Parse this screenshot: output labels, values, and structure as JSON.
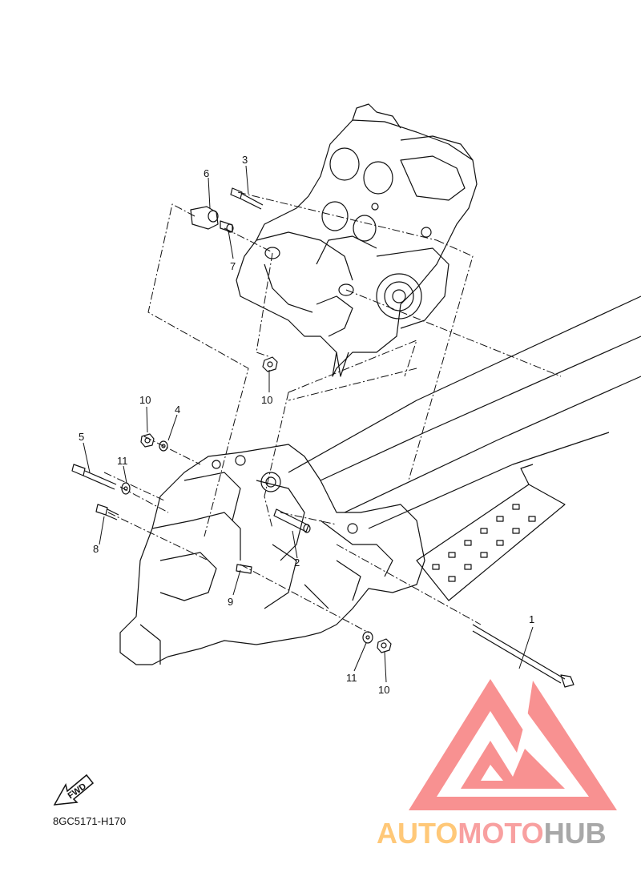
{
  "diagram": {
    "drawing_code": "8GC5171-H170",
    "fwd_label": "FWD",
    "callouts": [
      "1",
      "2",
      "3",
      "4",
      "5",
      "6",
      "7",
      "8",
      "9",
      "10",
      "10",
      "10",
      "11",
      "11"
    ]
  },
  "watermark": {
    "brand_parts": [
      "AUTO",
      "MOTO",
      "HUB"
    ],
    "colors": {
      "auto": "#ffc878",
      "moto": "#f8a0a0",
      "hub": "#a8a8a8",
      "logo": "#f88c8c"
    }
  }
}
